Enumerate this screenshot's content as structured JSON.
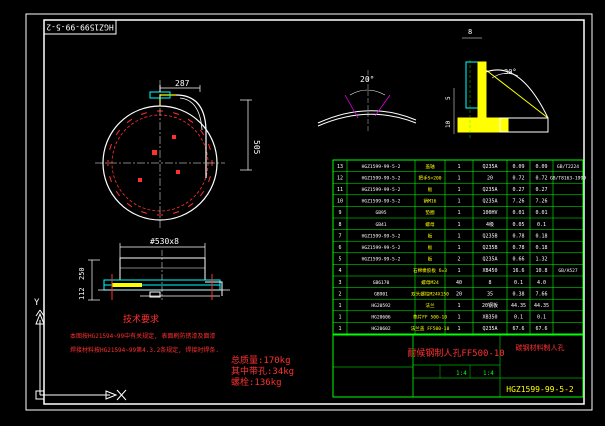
{
  "drawing": {
    "title_block_number": "HGZ1599-99-5-2",
    "title_block_number_rotated": "HGZ1599-99-5-2",
    "title_block_name": "耐候钢制人孔FF500-10",
    "title_block_category": "碳钢材料制人孔",
    "title_block_scale_labels": [
      "1:4",
      "1:4"
    ],
    "dim_287": "287",
    "dim_505": "505",
    "dim_phi530": "#530x8",
    "dim_250": "250",
    "dim_112": "112",
    "dim_angle_20": "20°",
    "dim_angle_30": "30°",
    "dim_8": "8",
    "dim_5": "5",
    "dim_10": "10",
    "tech_req_title": "技术要求",
    "tech_req_line1": "本图按HG21594~99中有关规定, 表面刷防锈漆及面漆",
    "tech_req_line2": "焊接材料按HG21594~99第4.3.2条规定, 焊接时焊条.",
    "weights": [
      "总质量:170kg",
      "其中带孔:34kg",
      "螺栓:136kg"
    ]
  },
  "bom": {
    "rows": [
      {
        "no": "13",
        "code": "HGZ1599-99-5-2",
        "name": "盖轴",
        "qty": "1",
        "mat": "Q235A",
        "w1": "0.09",
        "w2": "0.09",
        "note": "GB/T2224"
      },
      {
        "no": "12",
        "code": "HGZ1599-99-5-2",
        "name": "把手S=200",
        "qty": "1",
        "mat": "20",
        "w1": "0.72",
        "w2": "0.72",
        "note": "GB/T8163-1999"
      },
      {
        "no": "11",
        "code": "HGZ1599-99-5-2",
        "name": "板",
        "qty": "1",
        "mat": "Q235A",
        "w1": "0.27",
        "w2": "0.27",
        "note": ""
      },
      {
        "no": "10",
        "code": "HGZ1599-99-5-2",
        "name": "销M16",
        "qty": "1",
        "mat": "Q235A",
        "w1": "7.26",
        "w2": "7.26",
        "note": ""
      },
      {
        "no": "9",
        "code": "GB95",
        "qty": "1",
        "name": "垫圈",
        "mat": "100HV",
        "w1": "0.01",
        "w2": "0.01",
        "note": ""
      },
      {
        "no": "8",
        "code": "GB41",
        "qty": "1",
        "name": "螺母",
        "mat": "4级",
        "w1": "0.05",
        "w2": "0.1",
        "note": ""
      },
      {
        "no": "7",
        "code": "HGZ1599-99-5-2",
        "name": "板",
        "qty": "1",
        "mat": "Q235B",
        "w1": "0.78",
        "w2": "0.18",
        "note": ""
      },
      {
        "no": "6",
        "code": "HGZ1599-99-5-2",
        "name": "板",
        "qty": "1",
        "mat": "Q235B",
        "w1": "0.78",
        "w2": "0.18",
        "note": ""
      },
      {
        "no": "5",
        "code": "HGZ1599-99-5-2",
        "name": "板",
        "qty": "2",
        "mat": "Q235A",
        "w1": "0.66",
        "w2": "1.32",
        "note": ""
      },
      {
        "no": "4",
        "code": "",
        "name": "石棉橡胶板 δ=3",
        "qty": "1",
        "mat": "XB450",
        "w1": "16.6",
        "w2": "10.8",
        "note": "GB/A527"
      },
      {
        "no": "3",
        "code": "GB6170",
        "name": "螺母M24",
        "qty": "40",
        "mat": "8",
        "w1": "0.1",
        "w2": "4.0",
        "note": ""
      },
      {
        "no": "2",
        "code": "GB901",
        "name": "双头螺柱M24X150",
        "qty": "20",
        "mat": "35",
        "w1": "0.38",
        "w2": "7.66",
        "note": ""
      },
      {
        "no": "1",
        "code": "HG20592",
        "name": "法兰",
        "qty": "1",
        "mat": "20钢板",
        "w1": "44.35",
        "w2": "44.35",
        "note": ""
      },
      {
        "no": "1",
        "code": "HG20606",
        "name": "垫片FF 500-10",
        "qty": "1",
        "mat": "XB350",
        "w1": "0.1",
        "w2": "0.1",
        "note": ""
      },
      {
        "no": "1",
        "code": "HG20602",
        "name": "法兰盖 FF500-10",
        "qty": "1",
        "mat": "Q235A",
        "w1": "67.6",
        "w2": "67.6",
        "note": ""
      }
    ]
  },
  "colors": {
    "background": "#000000",
    "frame": "#ffffff",
    "outline_cyan": "#00ffff",
    "bom_green": "#00ff00",
    "dim_magenta": "#ff00ff",
    "red_text": "#ff3030",
    "yellow_fill": "#ffff00",
    "blue_lines": "#3050ff"
  }
}
